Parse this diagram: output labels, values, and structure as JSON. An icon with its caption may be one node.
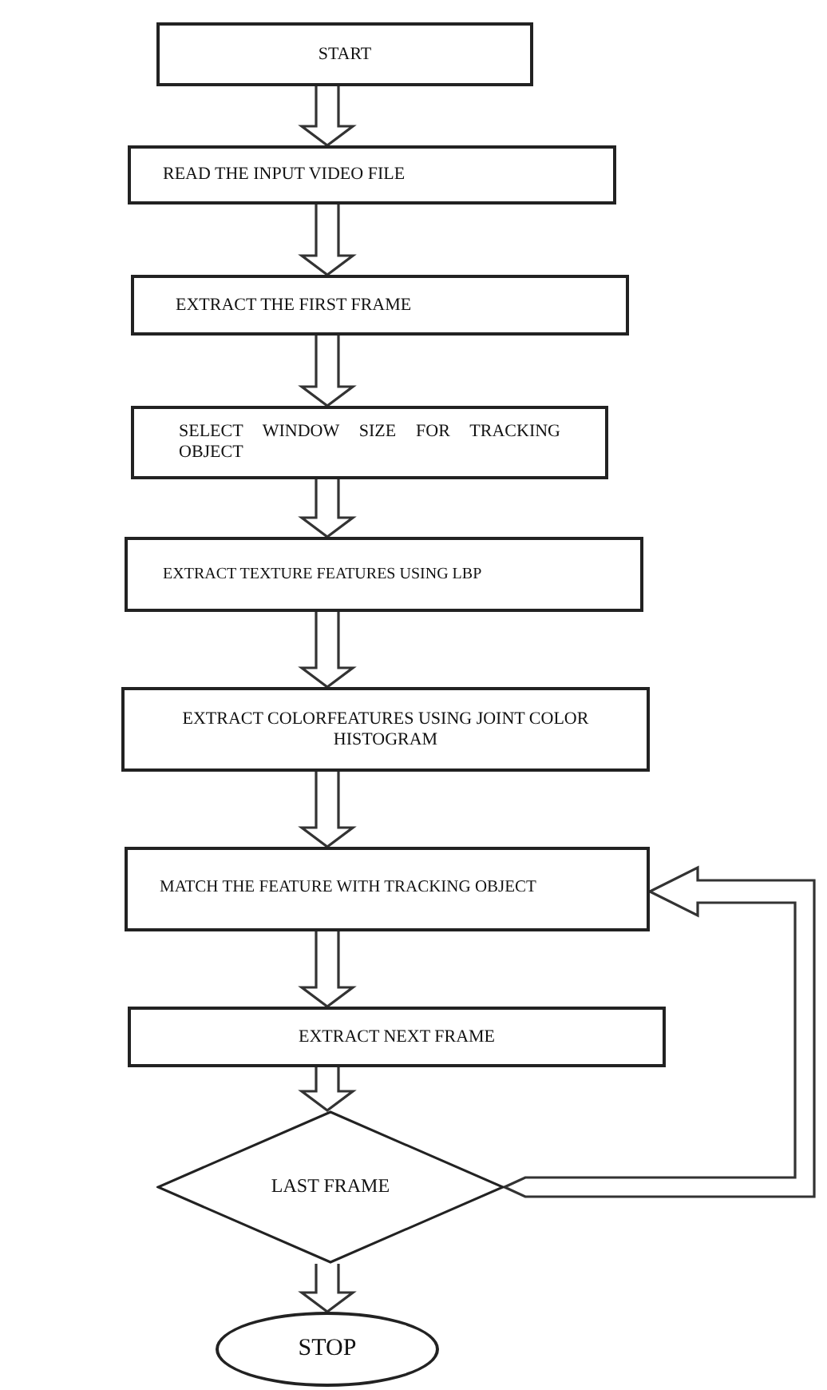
{
  "diagram": {
    "nodes": [
      {
        "text": [
          "START"
        ]
      },
      {
        "text": [
          "READ THE INPUT VIDEO FILE"
        ]
      },
      {
        "text": [
          "EXTRACT THE FIRST FRAME"
        ]
      },
      {
        "text": [
          "SELECT WINDOW SIZE FOR TRACKING OBJECT"
        ]
      },
      {
        "text": [
          "EXTRACT TEXTURE FEATURES USING LBP"
        ]
      },
      {
        "text": [
          "EXTRACT COLORFEATURES USING JOINT COLOR HISTOGRAM"
        ]
      },
      {
        "text": [
          "MATCH THE FEATURE WITH TRACKING OBJECT"
        ]
      },
      {
        "text": [
          "EXTRACT NEXT FRAME"
        ]
      },
      {
        "text": [
          "LAST FRAME"
        ]
      },
      {
        "text": [
          "STOP"
        ]
      }
    ],
    "edges": [
      {
        "from": 0,
        "to": 1,
        "arrow": "to"
      },
      {
        "from": 1,
        "to": 2,
        "arrow": "to"
      },
      {
        "from": 2,
        "to": 3,
        "arrow": "to"
      },
      {
        "from": 3,
        "to": 4,
        "arrow": "to"
      },
      {
        "from": 4,
        "to": 5,
        "arrow": "to"
      },
      {
        "from": 5,
        "to": 6,
        "arrow": "to"
      },
      {
        "from": 6,
        "to": 7,
        "arrow": "to"
      },
      {
        "from": 7,
        "to": 8,
        "arrow": "to"
      },
      {
        "from": 8,
        "to": 9,
        "arrow": "to"
      },
      {
        "from": 8,
        "to": 6,
        "arrow": "to"
      }
    ]
  }
}
